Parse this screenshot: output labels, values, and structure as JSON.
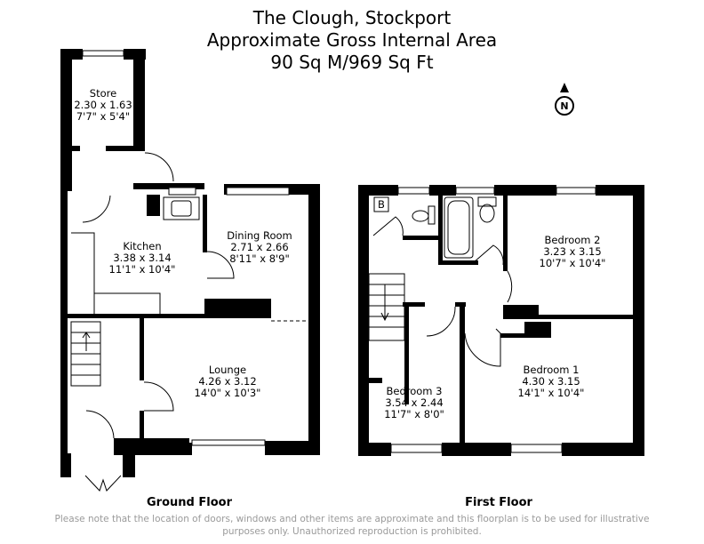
{
  "header": {
    "line1": "The Clough, Stockport",
    "line2": "Approximate Gross Internal Area",
    "line3": "90 Sq M/969 Sq Ft"
  },
  "compass": {
    "label": "N"
  },
  "ground_floor": {
    "label": "Ground Floor",
    "rooms": [
      {
        "name": "Store",
        "metric": "2.30 x 1.63",
        "imperial": "7'7\" x 5'4\""
      },
      {
        "name": "Kitchen",
        "metric": "3.38 x 3.14",
        "imperial": "11'1\" x 10'4\""
      },
      {
        "name": "Dining Room",
        "metric": "2.71 x 2.66",
        "imperial": "8'11\" x 8'9\""
      },
      {
        "name": "Lounge",
        "metric": "4.26 x 3.12",
        "imperial": "14'0\" x 10'3\""
      }
    ]
  },
  "first_floor": {
    "label": "First Floor",
    "boiler_label": "B",
    "rooms": [
      {
        "name": "Bedroom 2",
        "metric": "3.23 x 3.15",
        "imperial": "10'7\" x 10'4\""
      },
      {
        "name": "Bedroom 1",
        "metric": "4.30 x 3.15",
        "imperial": "14'1\" x 10'4\""
      },
      {
        "name": "Bedroom 3",
        "metric": "3.54 x 2.44",
        "imperial": "11'7\" x 8'0\""
      }
    ]
  },
  "footer": {
    "line1": "Please note that the location of doors, windows and other items are approximate and this floorplan is to be used for illustrative",
    "line2": "purposes only. Unauthorized reproduction is prohibited."
  }
}
